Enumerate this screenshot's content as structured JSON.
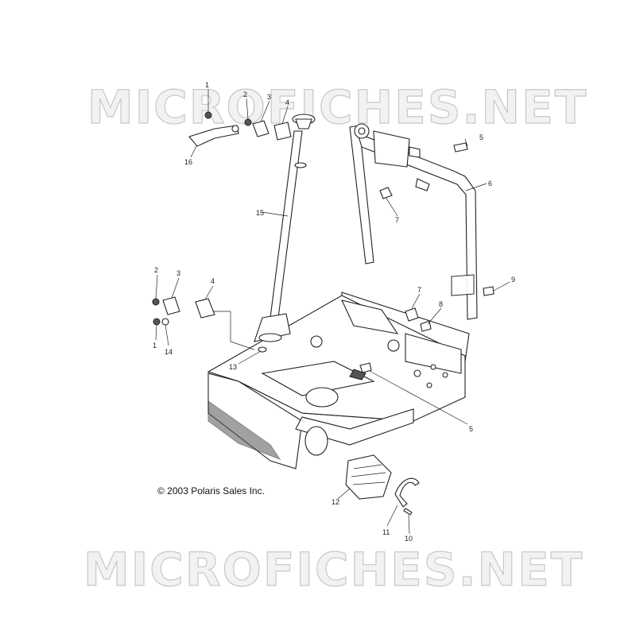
{
  "watermark": "MICROFICHES.NET",
  "copyright": "© 2003 Polaris Sales Inc.",
  "callouts": {
    "c1a": "1",
    "c2a": "2",
    "c3a": "3",
    "c4a": "4",
    "c5a": "5",
    "c6": "6",
    "c7a": "7",
    "c16": "16",
    "c15": "15",
    "c9": "9",
    "c2b": "2",
    "c3b": "3",
    "c4b": "4",
    "c7b": "7",
    "c8": "8",
    "c1b": "1",
    "c14": "14",
    "c13": "13",
    "c5b": "5",
    "c12": "12",
    "c11": "11",
    "c10": "10"
  }
}
